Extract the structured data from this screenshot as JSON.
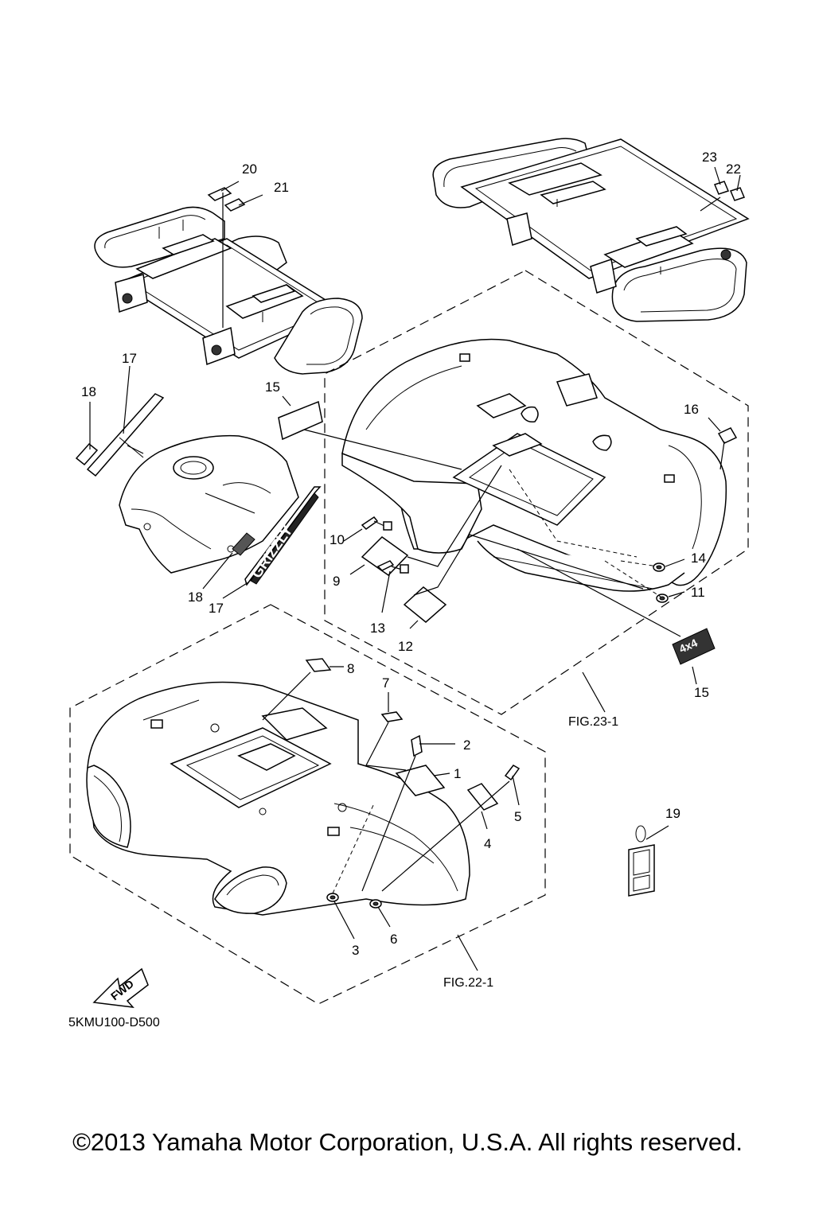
{
  "labels": {
    "p1": "1",
    "p2": "2",
    "p3": "3",
    "p4": "4",
    "p5": "5",
    "p6": "6",
    "p7": "7",
    "p8": "8",
    "p9": "9",
    "p10": "10",
    "p11": "11",
    "p12": "12",
    "p13": "13",
    "p14": "14",
    "p15a": "15",
    "p15b": "15",
    "p16": "16",
    "p17a": "17",
    "p17b": "17",
    "p18a": "18",
    "p18b": "18",
    "p19": "19",
    "p20": "20",
    "p21": "21",
    "p22": "22",
    "p23": "23"
  },
  "fig_refs": {
    "rear": "FIG.23-1",
    "front": "FIG.22-1"
  },
  "fwd_label": "FWD",
  "decal_text": {
    "grizzly": "GRIZZLY",
    "badge": "4x4"
  },
  "diagram_code": "5KMU100-D500",
  "copyright": "©2013 Yamaha Motor Corporation, U.S.A. All rights reserved."
}
